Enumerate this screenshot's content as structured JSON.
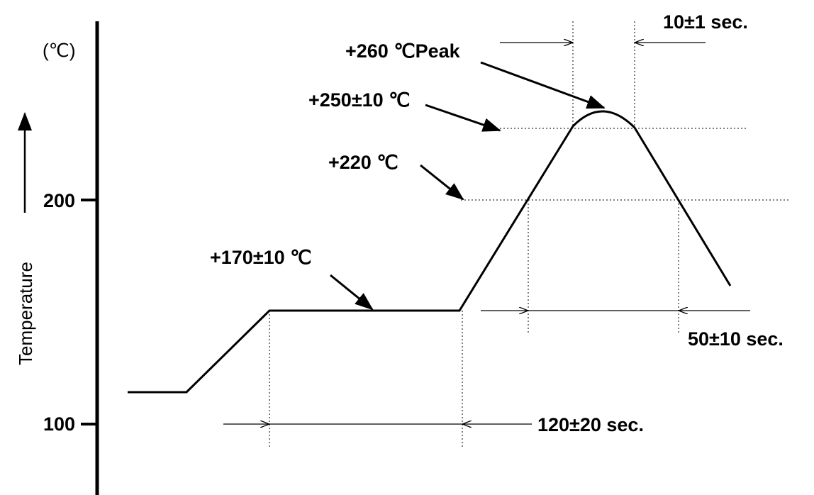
{
  "axis": {
    "unit_label": "(℃)",
    "title": "Temperature",
    "ticks": [
      "200",
      "100"
    ]
  },
  "annotations": {
    "peak": "+260 ℃Peak",
    "t250": "+250±10 ℃",
    "t220": "+220 ℃",
    "t170": "+170±10 ℃"
  },
  "durations": {
    "peak_time": "10±1 sec.",
    "above_220": "50±10 sec.",
    "preheat": "120±20 sec."
  },
  "colors": {
    "line": "#000000",
    "background": "#ffffff"
  }
}
